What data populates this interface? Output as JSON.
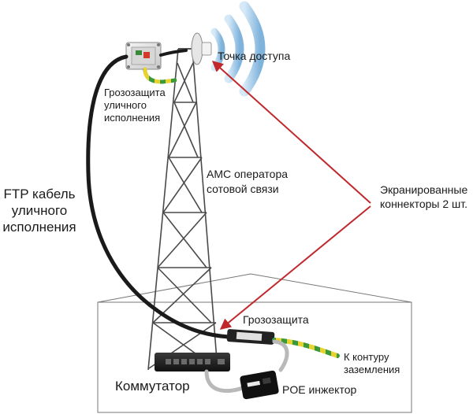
{
  "labels": {
    "access_point": "Точка доступа",
    "outdoor_surge_line1": "Грозозащита",
    "outdoor_surge_line2": "уличного",
    "outdoor_surge_line3": "исполнения",
    "tower_line1": "АМС оператора",
    "tower_line2": "сотовой связи",
    "ftp_line1": "FTP кабель",
    "ftp_line2": "уличного",
    "ftp_line3": "исполнения",
    "shielded_line1": "Экранированные",
    "shielded_line2": "коннекторы 2 шт.",
    "surge_protection": "Грозозащита",
    "ground_line1": "К контуру",
    "ground_line2": "заземления",
    "switch": "Коммутатор",
    "poe": "POE инжектор"
  },
  "colors": {
    "arrow": "#c0282c",
    "cable": "#1a1a1a",
    "ground_wire_yellow": "#e8d230",
    "ground_wire_green": "#3a9a3a",
    "wifi_waves": "#9cc4e4",
    "tower": "#4a4a4a"
  },
  "icons": {
    "wifi": "wifi-waves-icon",
    "antenna": "antenna-icon",
    "outdoor_box": "junction-box-icon",
    "switch": "network-switch-icon",
    "poe": "poe-injector-icon",
    "surge": "surge-protector-icon"
  }
}
